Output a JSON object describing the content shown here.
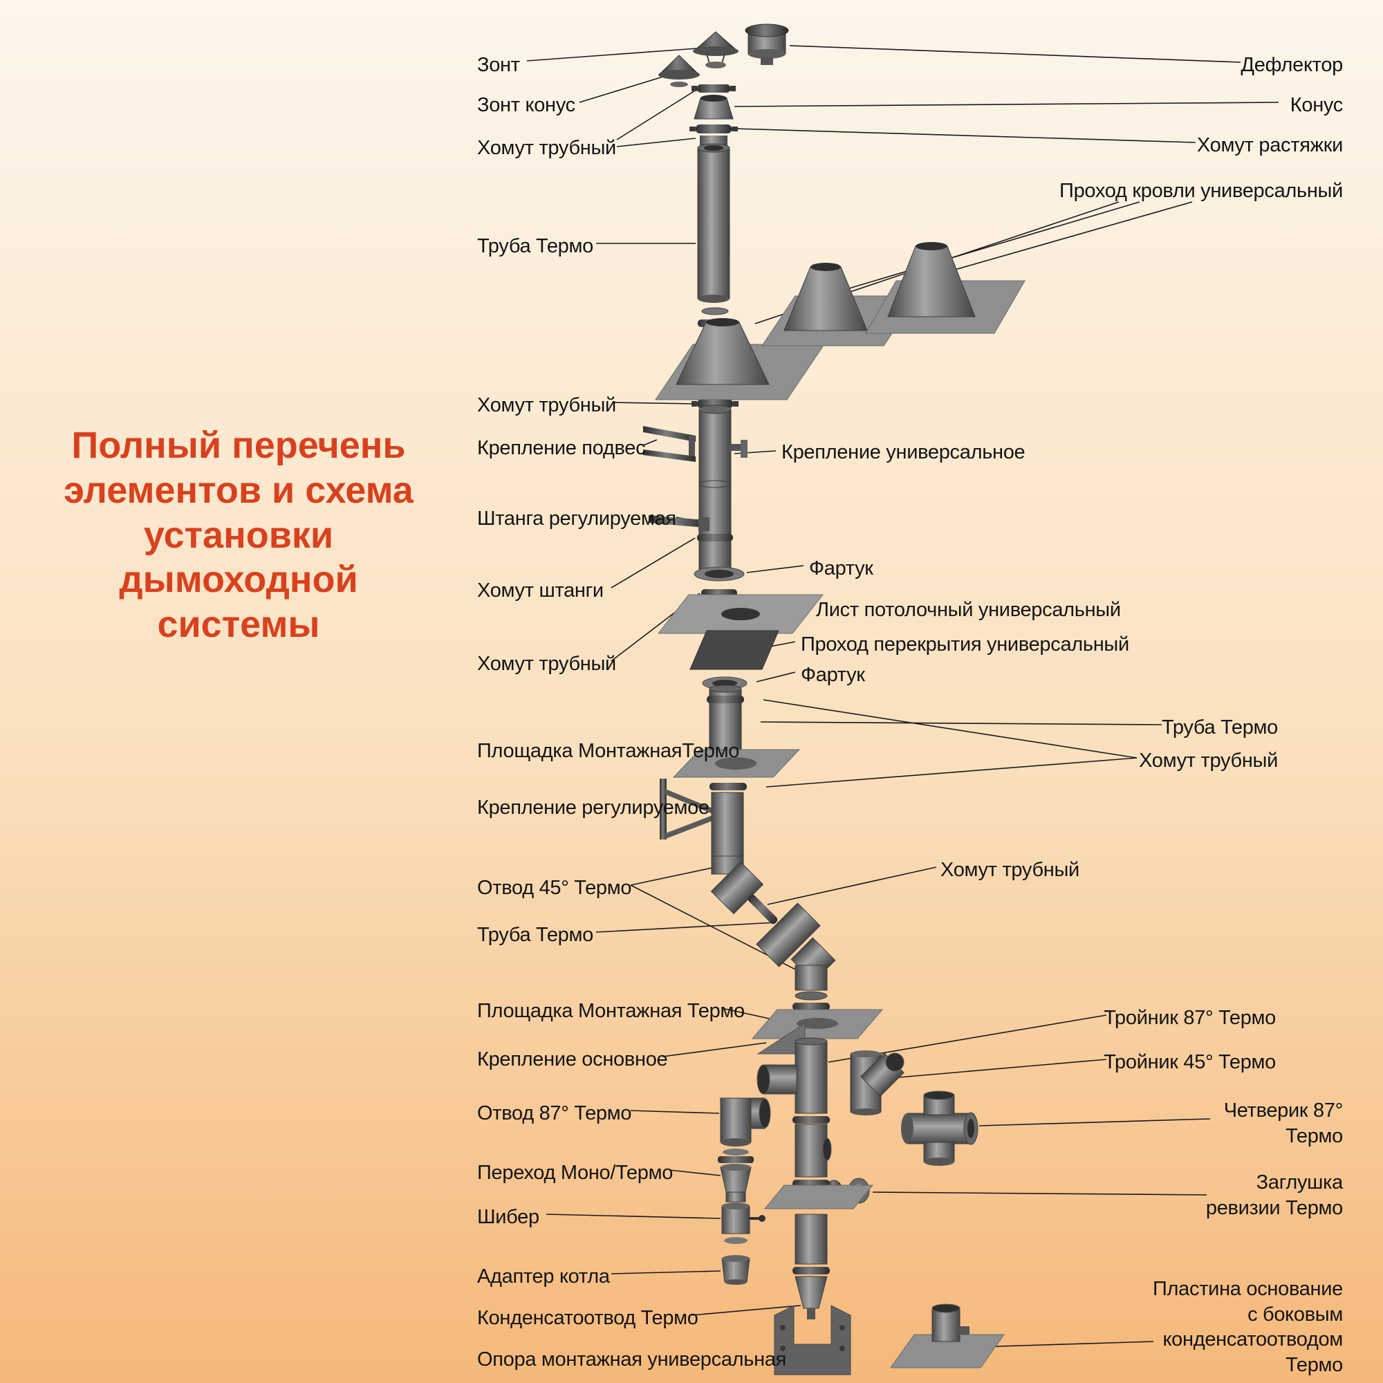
{
  "page": {
    "bg_top": "#fdf6ec",
    "bg_mid": "#fae0bd",
    "bg_bottom": "#f5b87a"
  },
  "title": {
    "text": "Полный перечень\nэлементов и схема\nустановки\nдымоходной\nсистемы",
    "color": "#d9411e"
  },
  "diagram": {
    "pipe_color": "#6e6e6e",
    "clamp_color": "#4a4a4a",
    "plate_color": "#8f8f8f",
    "line_color": "#1a1a1a"
  },
  "labels_left": [
    {
      "text": "Зонт"
    },
    {
      "text": "Зонт конус"
    },
    {
      "text": "Хомут трубный"
    },
    {
      "text": "Труба Термо"
    },
    {
      "text": "Хомут трубный"
    },
    {
      "text": "Крепление подвес"
    },
    {
      "text": "Штанга регулируемая"
    },
    {
      "text": "Хомут штанги"
    },
    {
      "text": "Хомут трубный"
    },
    {
      "text": "Площадка МонтажнаяТермо"
    },
    {
      "text": "Крепление регулируемое"
    },
    {
      "text": "Отвод 45° Термо"
    },
    {
      "text": "Труба Термо"
    },
    {
      "text": "Площадка Монтажная Термо"
    },
    {
      "text": "Крепление основное"
    },
    {
      "text": "Отвод 87° Термо"
    },
    {
      "text": "Переход Моно/Термо"
    },
    {
      "text": "Шибер"
    },
    {
      "text": "Адаптер котла"
    },
    {
      "text": "Конденсатоотвод Термо"
    },
    {
      "text": "Опора монтажная универсальная"
    }
  ],
  "labels_right": [
    {
      "text": "Дефлектор"
    },
    {
      "text": "Конус"
    },
    {
      "text": "Хомут растяжки"
    },
    {
      "text": "Проход кровли универсальный"
    },
    {
      "text": "Крепление универсальное"
    },
    {
      "text": "Фартук"
    },
    {
      "text": "Лист потолочный универсальный"
    },
    {
      "text": "Проход перекрытия универсальный"
    },
    {
      "text": "Фартук"
    },
    {
      "text": "Труба Термо"
    },
    {
      "text": "Хомут трубный"
    },
    {
      "text": "Хомут трубный"
    },
    {
      "text": "Тройник 87° Термо"
    },
    {
      "text": "Тройник 45° Термо"
    },
    {
      "text": "Четверик 87°\nТермо"
    },
    {
      "text": "Заглушка\nревизии Термо"
    },
    {
      "text": "Пластина основание\nс боковым\nконденсатоотводом\nТермо"
    }
  ]
}
